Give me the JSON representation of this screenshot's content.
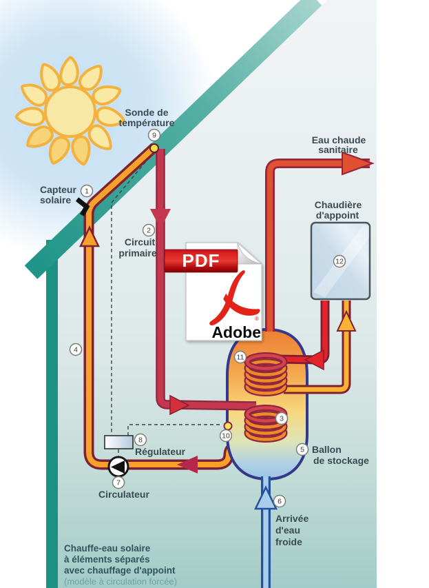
{
  "diagram": {
    "caption": {
      "line1": "Chauffe-eau solaire",
      "line2": "à éléments séparés",
      "line3": "avec chauffage d'appoint",
      "line4": "(modèle à circulation forcée)"
    },
    "labels": {
      "sonde": {
        "badge": "9",
        "line1": "Sonde de",
        "line2": "température"
      },
      "capteur": {
        "badge": "1",
        "line1": "Capteur",
        "line2": "solaire"
      },
      "circuit_primaire": {
        "badge": "2",
        "line1": "Circuit",
        "line2": "primaire"
      },
      "eau_chaude": {
        "line1": "Eau chaude",
        "line2": "sanitaire"
      },
      "chaudiere": {
        "badge": "12",
        "line1": "Chaudière",
        "line2": "d'appoint"
      },
      "riser": {
        "badge": "4"
      },
      "coil_top": {
        "badge": "11"
      },
      "coil_bottom": {
        "badge": "3"
      },
      "tank_sensor": {
        "badge": "10"
      },
      "regulateur": {
        "badge": "8",
        "text": "Régulateur"
      },
      "circulateur": {
        "badge": "7",
        "text": "Circulateur"
      },
      "ballon": {
        "badge": "5",
        "line1": "Ballon",
        "line2": "de stockage"
      },
      "eau_froide": {
        "badge": "6",
        "line1": "Arrivée",
        "line2": "d'eau",
        "line3": "froide"
      }
    },
    "colors": {
      "roof_teal": "#24988B",
      "hot_red": "#C4374F",
      "warm_orange": "#F5A12C",
      "cold_blue": "#A9CEEA",
      "tank_border": "#34398B",
      "pdf_red": "#D6181F",
      "label_text": "#3A4A52"
    }
  },
  "pdf_icon": {
    "banner": "PDF",
    "brand": "Adobe",
    "registered": "®"
  }
}
